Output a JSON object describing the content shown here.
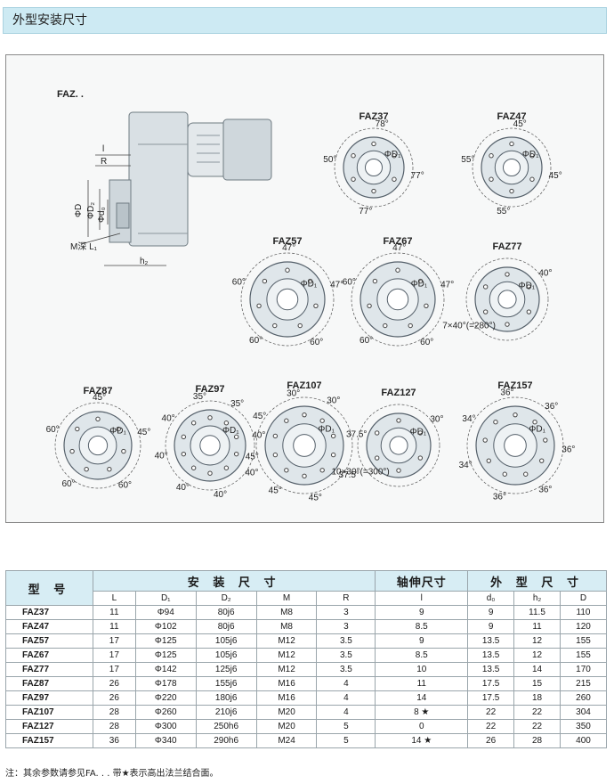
{
  "section_title": "外型安装尺寸",
  "drawing": {
    "main_label": "FAZ. .",
    "dim_labels": [
      "l",
      "R",
      "ΦD",
      "ΦD₂",
      "Φd₀",
      "M深 L₁",
      "h₂"
    ],
    "flanges": [
      {
        "name": "FAZ37",
        "angles": [
          "78°",
          "77°",
          "77°",
          "50°"
        ],
        "dia": "ΦD₁"
      },
      {
        "name": "FAZ47",
        "angles": [
          "45°",
          "45°",
          "55°",
          "55°"
        ],
        "dia": "ΦD₁"
      },
      {
        "name": "FAZ57",
        "angles": [
          "47°",
          "47°",
          "60°",
          "60°",
          "60°"
        ],
        "dia": "ΦD₁"
      },
      {
        "name": "FAZ67",
        "angles": [
          "47°",
          "47°",
          "60°",
          "60°",
          "60°"
        ],
        "dia": "ΦD₁"
      },
      {
        "name": "FAZ77",
        "angles": [
          "40°",
          "7×40°(=280°)"
        ],
        "dia": "ΦD₁"
      },
      {
        "name": "FAZ87",
        "angles": [
          "45°",
          "45°",
          "60°",
          "60°",
          "60°"
        ],
        "dia": "ΦD₁"
      },
      {
        "name": "FAZ97",
        "angles": [
          "35°",
          "35°",
          "40°",
          "40°",
          "40°",
          "40°",
          "40°",
          "40°"
        ],
        "dia": "ΦD₁"
      },
      {
        "name": "FAZ107",
        "angles": [
          "30°",
          "30°",
          "37.5°",
          "37.5°",
          "45°",
          "45°",
          "45°",
          "45°"
        ],
        "dia": "ΦD₁"
      },
      {
        "name": "FAZ127",
        "angles": [
          "30°",
          "10×30°(=300°)"
        ],
        "dia": "ΦD₁"
      },
      {
        "name": "FAZ157",
        "angles": [
          "36°",
          "36°",
          "36°",
          "36°",
          "36°",
          "34°",
          "34°"
        ],
        "dia": "ΦD₁"
      }
    ]
  },
  "table": {
    "group_headers": [
      "型 号",
      "安 装 尺 寸",
      "轴伸尺寸",
      "外 型 尺 寸"
    ],
    "sub_headers": [
      "L",
      "D₁",
      "D₂",
      "M",
      "R",
      "l",
      "d₀",
      "h₂",
      "D"
    ],
    "rows": [
      [
        "FAZ37",
        "11",
        "Φ94",
        "80j6",
        "M8",
        "3",
        "9",
        "9",
        "11.5",
        "110"
      ],
      [
        "FAZ47",
        "11",
        "Φ102",
        "80j6",
        "M8",
        "3",
        "8.5",
        "9",
        "11",
        "120"
      ],
      [
        "FAZ57",
        "17",
        "Φ125",
        "105j6",
        "M12",
        "3.5",
        "9",
        "13.5",
        "12",
        "155"
      ],
      [
        "FAZ67",
        "17",
        "Φ125",
        "105j6",
        "M12",
        "3.5",
        "8.5",
        "13.5",
        "12",
        "155"
      ],
      [
        "FAZ77",
        "17",
        "Φ142",
        "125j6",
        "M12",
        "3.5",
        "10",
        "13.5",
        "14",
        "170"
      ],
      [
        "FAZ87",
        "26",
        "Φ178",
        "155j6",
        "M16",
        "4",
        "11",
        "17.5",
        "15",
        "215"
      ],
      [
        "FAZ97",
        "26",
        "Φ220",
        "180j6",
        "M16",
        "4",
        "14",
        "17.5",
        "18",
        "260"
      ],
      [
        "FAZ107",
        "28",
        "Φ260",
        "210j6",
        "M20",
        "4",
        "8 ★",
        "22",
        "22",
        "304"
      ],
      [
        "FAZ127",
        "28",
        "Φ300",
        "250h6",
        "M20",
        "5",
        "0",
        "22",
        "22",
        "350"
      ],
      [
        "FAZ157",
        "36",
        "Φ340",
        "290h6",
        "M24",
        "5",
        "14 ★",
        "26",
        "28",
        "400"
      ]
    ]
  },
  "note": "注：其余参数请参见FA. . . 带★表示高出法兰结合面。"
}
